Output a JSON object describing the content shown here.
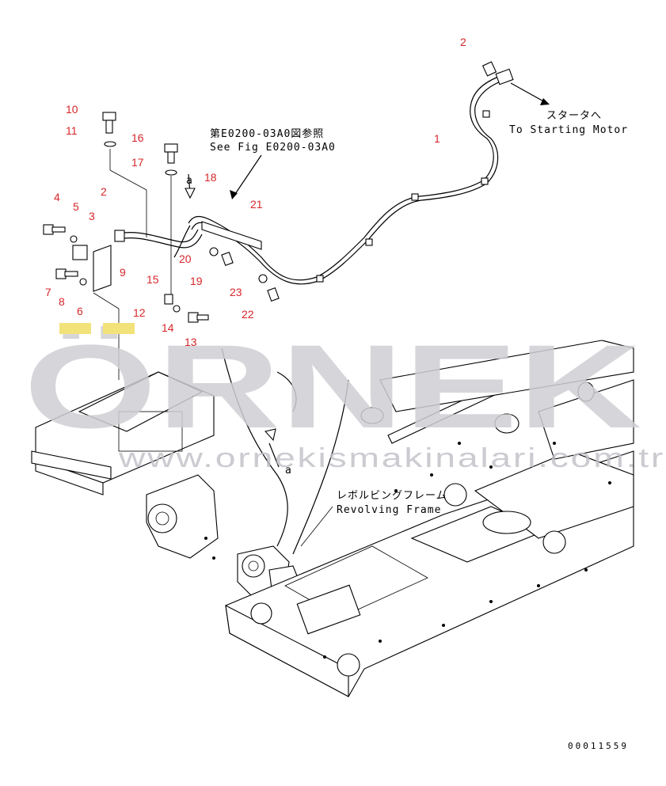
{
  "callouts": [
    {
      "label": "1"
    },
    {
      "label": "2"
    },
    {
      "label": "2"
    },
    {
      "label": "3"
    },
    {
      "label": "4"
    },
    {
      "label": "5"
    },
    {
      "label": "6"
    },
    {
      "label": "7"
    },
    {
      "label": "8"
    },
    {
      "label": "9"
    },
    {
      "label": "10"
    },
    {
      "label": "11"
    },
    {
      "label": "12"
    },
    {
      "label": "13"
    },
    {
      "label": "14"
    },
    {
      "label": "15"
    },
    {
      "label": "16"
    },
    {
      "label": "17"
    },
    {
      "label": "18"
    },
    {
      "label": "19"
    },
    {
      "label": "20"
    },
    {
      "label": "21"
    },
    {
      "label": "22"
    },
    {
      "label": "23"
    }
  ],
  "notes": {
    "ref_jp": "第E0200-03A0図参照",
    "ref_en": "See Fig E0200-03A0",
    "starter_jp": "スタータへ",
    "starter_en": "To Starting Motor",
    "frame_jp": "レボルビングフレーム",
    "frame_en": "Revolving Frame",
    "marker_a1": "a",
    "marker_a2": "a"
  },
  "watermark": {
    "brand": "ÖRNEK",
    "url": "www.ornekismakinalari.com.tr"
  },
  "doc_number": "00011559",
  "colors": {
    "callout": "#d7262a",
    "watermark": "#cfcfd4",
    "watermark_accent": "#f2e27a"
  }
}
